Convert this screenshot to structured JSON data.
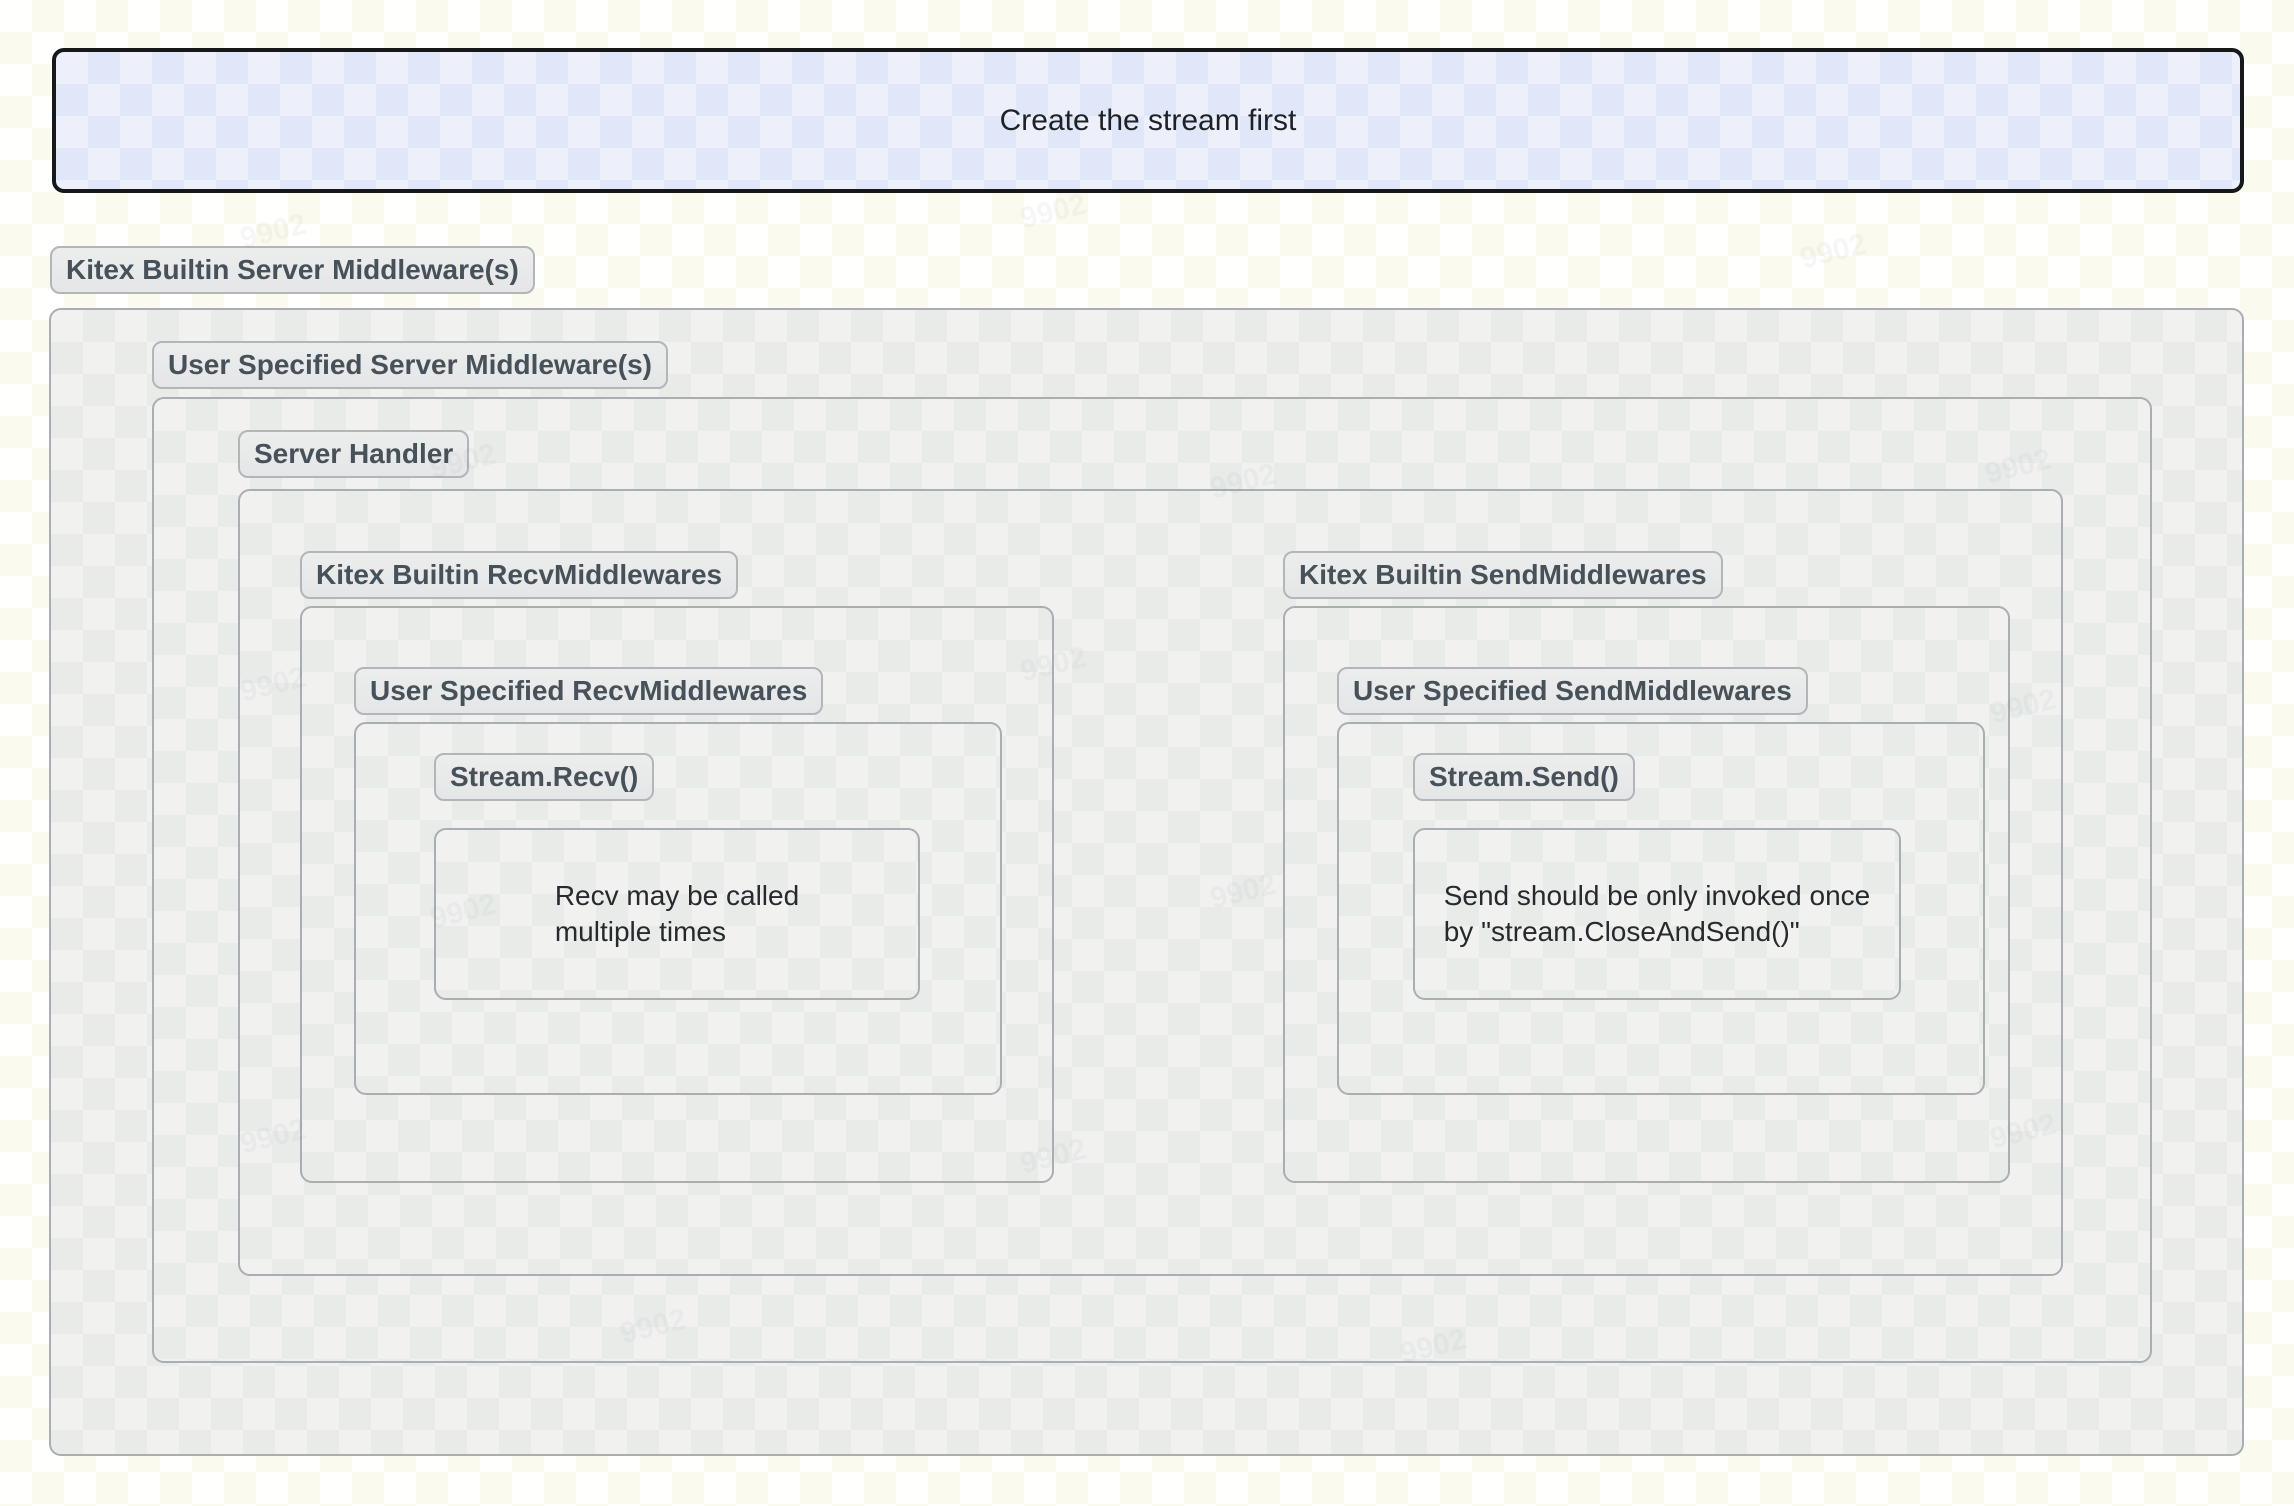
{
  "banner": {
    "label": "Create the stream first"
  },
  "labels": {
    "kitex_builtin_server": "Kitex Builtin Server Middleware(s)",
    "user_specified_server": "User Specified Server Middleware(s)",
    "server_handler": "Server Handler",
    "kitex_builtin_recv": "Kitex Builtin RecvMiddlewares",
    "user_specified_recv": "User Specified RecvMiddlewares",
    "stream_recv": "Stream.Recv()",
    "recv_note": "Recv may be called\nmultiple times",
    "kitex_builtin_send": "Kitex Builtin SendMiddlewares",
    "user_specified_send": "User Specified SendMiddlewares",
    "stream_send": "Stream.Send()",
    "send_note": "Send should be only invoked once\nby \"stream.CloseAndSend()\""
  },
  "watermark": {
    "text": "9902"
  },
  "colors": {
    "banner_fill": "#edf0fa",
    "banner_border": "#17181a",
    "banner_text": "#1e2227",
    "box_fill": "#f1f2f0",
    "box_border": "#a9aeb2",
    "badge_fill": "#e9eaeb",
    "badge_border": "#b2b6b9",
    "badge_text": "#47515a",
    "note_text": "#26292d",
    "page_background": "#fffffe"
  }
}
